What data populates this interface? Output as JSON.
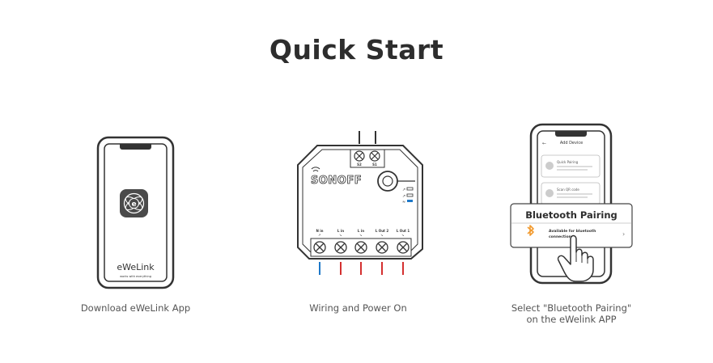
{
  "title": "Quick Start",
  "steps": [
    {
      "caption": "Download eWeLink App",
      "app_name": "eWeLink",
      "app_tagline": "works with everything",
      "icon": "ewelink-logo-icon"
    },
    {
      "caption": "Wiring and Power On",
      "brand": "SONOFF",
      "top_terminals": [
        "S2",
        "S1"
      ],
      "bottom_terminals": [
        "N in",
        "L in",
        "L in",
        "L Out 2",
        "L Out 1"
      ],
      "wire_colors": [
        "#1e78c8",
        "#d43030",
        "#d43030",
        "#d43030",
        "#d43030"
      ]
    },
    {
      "caption_line1": "Select \"Bluetooth Pairing\"",
      "caption_line2": "on the eWelink APP",
      "screen_header": "Add Device",
      "option1_title": "Quick Pairing",
      "option2_title": "Scan QR code",
      "popup_title": "Bluetooth Pairing",
      "popup_subtitle_line1": "Available for bluetooth",
      "popup_subtitle_line2": "connection",
      "accent_color": "#f29a2e"
    }
  ]
}
